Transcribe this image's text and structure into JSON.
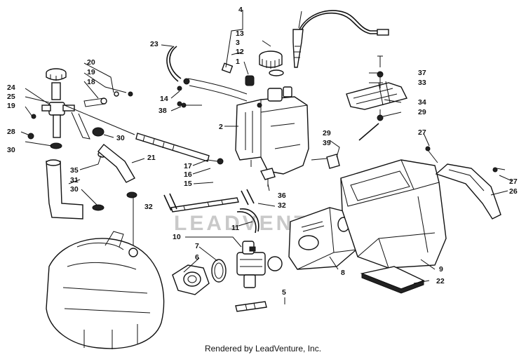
{
  "diagram": {
    "footer": "Rendered by LeadVenture, Inc.",
    "watermark": "LEADVENTURE",
    "callouts": {
      "c1": "1",
      "c2": "2",
      "c3": "3",
      "c4": "4",
      "c5": "5",
      "c6": "6",
      "c7": "7",
      "c8": "8",
      "c9": "9",
      "c10": "10",
      "c11": "11",
      "c12": "12",
      "c13": "13",
      "c14": "14",
      "c15": "15",
      "c16": "16",
      "c17": "17",
      "c18": "18",
      "c19a": "19",
      "c19b": "19",
      "c20": "20",
      "c21": "21",
      "c22": "22",
      "c23": "23",
      "c24": "24",
      "c25": "25",
      "c26": "26",
      "c27a": "27",
      "c27b": "27",
      "c28": "28",
      "c29a": "29",
      "c29b": "29",
      "c30a": "30",
      "c30b": "30",
      "c30c": "30",
      "c31": "31",
      "c32a": "32",
      "c32b": "32",
      "c33": "33",
      "c34": "34",
      "c35": "35",
      "c36": "36",
      "c37": "37",
      "c38": "38",
      "c39": "39"
    }
  }
}
